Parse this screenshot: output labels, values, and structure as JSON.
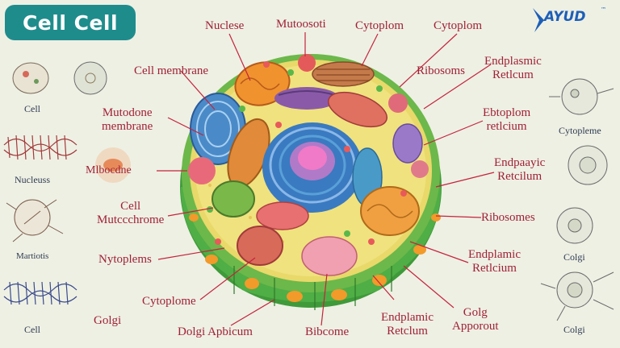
{
  "title": "Cell Cell",
  "logo": {
    "text": "AYUD",
    "tm": "™"
  },
  "colors": {
    "badge": "#1f8c8c",
    "label_text": "#a02135",
    "leader_line": "#c4243c",
    "side_text": "#2f3b50",
    "logo": "#1d5fb8"
  },
  "labels": {
    "nuclese": "Nuclese",
    "mutoosoti": "Mutoosoti",
    "cytoplom_a": "Cytoplom",
    "cytoplom_b": "Cytoplom",
    "ribosoms": "Ribosoms",
    "endplasmic_1_l1": "Endplasmic",
    "endplasmic_1_l2": "Retlcum",
    "cell_membrane": "Cell membrane",
    "mutodone_l1": "Mutodone",
    "mutodone_l2": "membrane",
    "ebtoplom_l1": "Ebtoplom",
    "ebtoplom_l2": "retlcium",
    "mibocdne": "Mlbocdne",
    "endpaayic_l1": "Endpaayic",
    "endpaayic_l2": "Retcilum",
    "cell_mutcc_l1": "Cell",
    "cell_mutcc_l2": "Mutccchrome",
    "ribosomes": "Ribosomes",
    "nytoplems": "Nytoplems",
    "endplamic_2_l1": "Endplamic",
    "endplamic_2_l2": "Retlcium",
    "cytoplome": "Cytoplome",
    "golgi": "Golgi",
    "dolgi_apbicum": "Dolgi Apbicum",
    "bibcome": "Bibcome",
    "endplamic_3_l1": "Endplamic",
    "endplamic_3_l2": "Retclum",
    "golg_l1": "Golg",
    "golg_l2": "Apporout"
  },
  "side_labels": {
    "left_1": "Cell",
    "left_2": "Nucleuss",
    "left_3": "Martiotis",
    "left_4": "Cell",
    "right_1": "Cytopleme",
    "right_2": "Colgi",
    "right_3": "Colgi"
  }
}
